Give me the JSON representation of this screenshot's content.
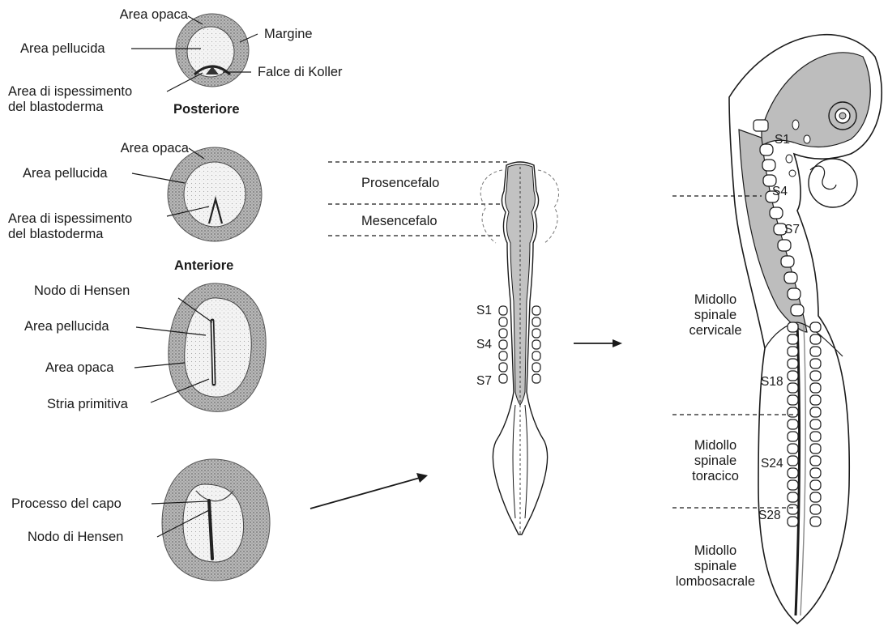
{
  "stage_a": {
    "area_opaca": "Area opaca",
    "margine": "Margine",
    "area_pellucida": "Area pellucida",
    "falce_koller": "Falce di Koller",
    "ispessimento_1": "Area di ispessimento",
    "ispessimento_2": "del blastoderma",
    "orientation": "Posteriore"
  },
  "stage_b": {
    "area_opaca": "Area opaca",
    "area_pellucida": "Area pellucida",
    "ispessimento_1": "Area di ispessimento",
    "ispessimento_2": "del blastoderma",
    "orientation": "Anteriore"
  },
  "stage_c": {
    "nodo_hensen": "Nodo di Hensen",
    "area_pellucida": "Area pellucida",
    "area_opaca": "Area opaca",
    "stria": "Stria primitiva"
  },
  "stage_d": {
    "processo_capo": "Processo del capo",
    "nodo_hensen": "Nodo di Hensen"
  },
  "neurula": {
    "prosencefalo": "Prosencefalo",
    "mesencefalo": "Mesencefalo",
    "s1": "S1",
    "s4": "S4",
    "s7": "S7"
  },
  "embryo": {
    "s1": "S1",
    "s4": "S4",
    "s7": "S7",
    "s18": "S18",
    "s24": "S24",
    "s28": "S28",
    "cervicale": "Midollo\nspinale\ncervicale",
    "toracico": "Midollo\nspinale\ntoracico",
    "lombosacrale": "Midollo\nspinale\nlombosacrale"
  },
  "colors": {
    "ink": "#1a1a1a",
    "tissue": "#bdbdbd",
    "stipple": "#9a9a9a",
    "pale": "#efefef"
  }
}
